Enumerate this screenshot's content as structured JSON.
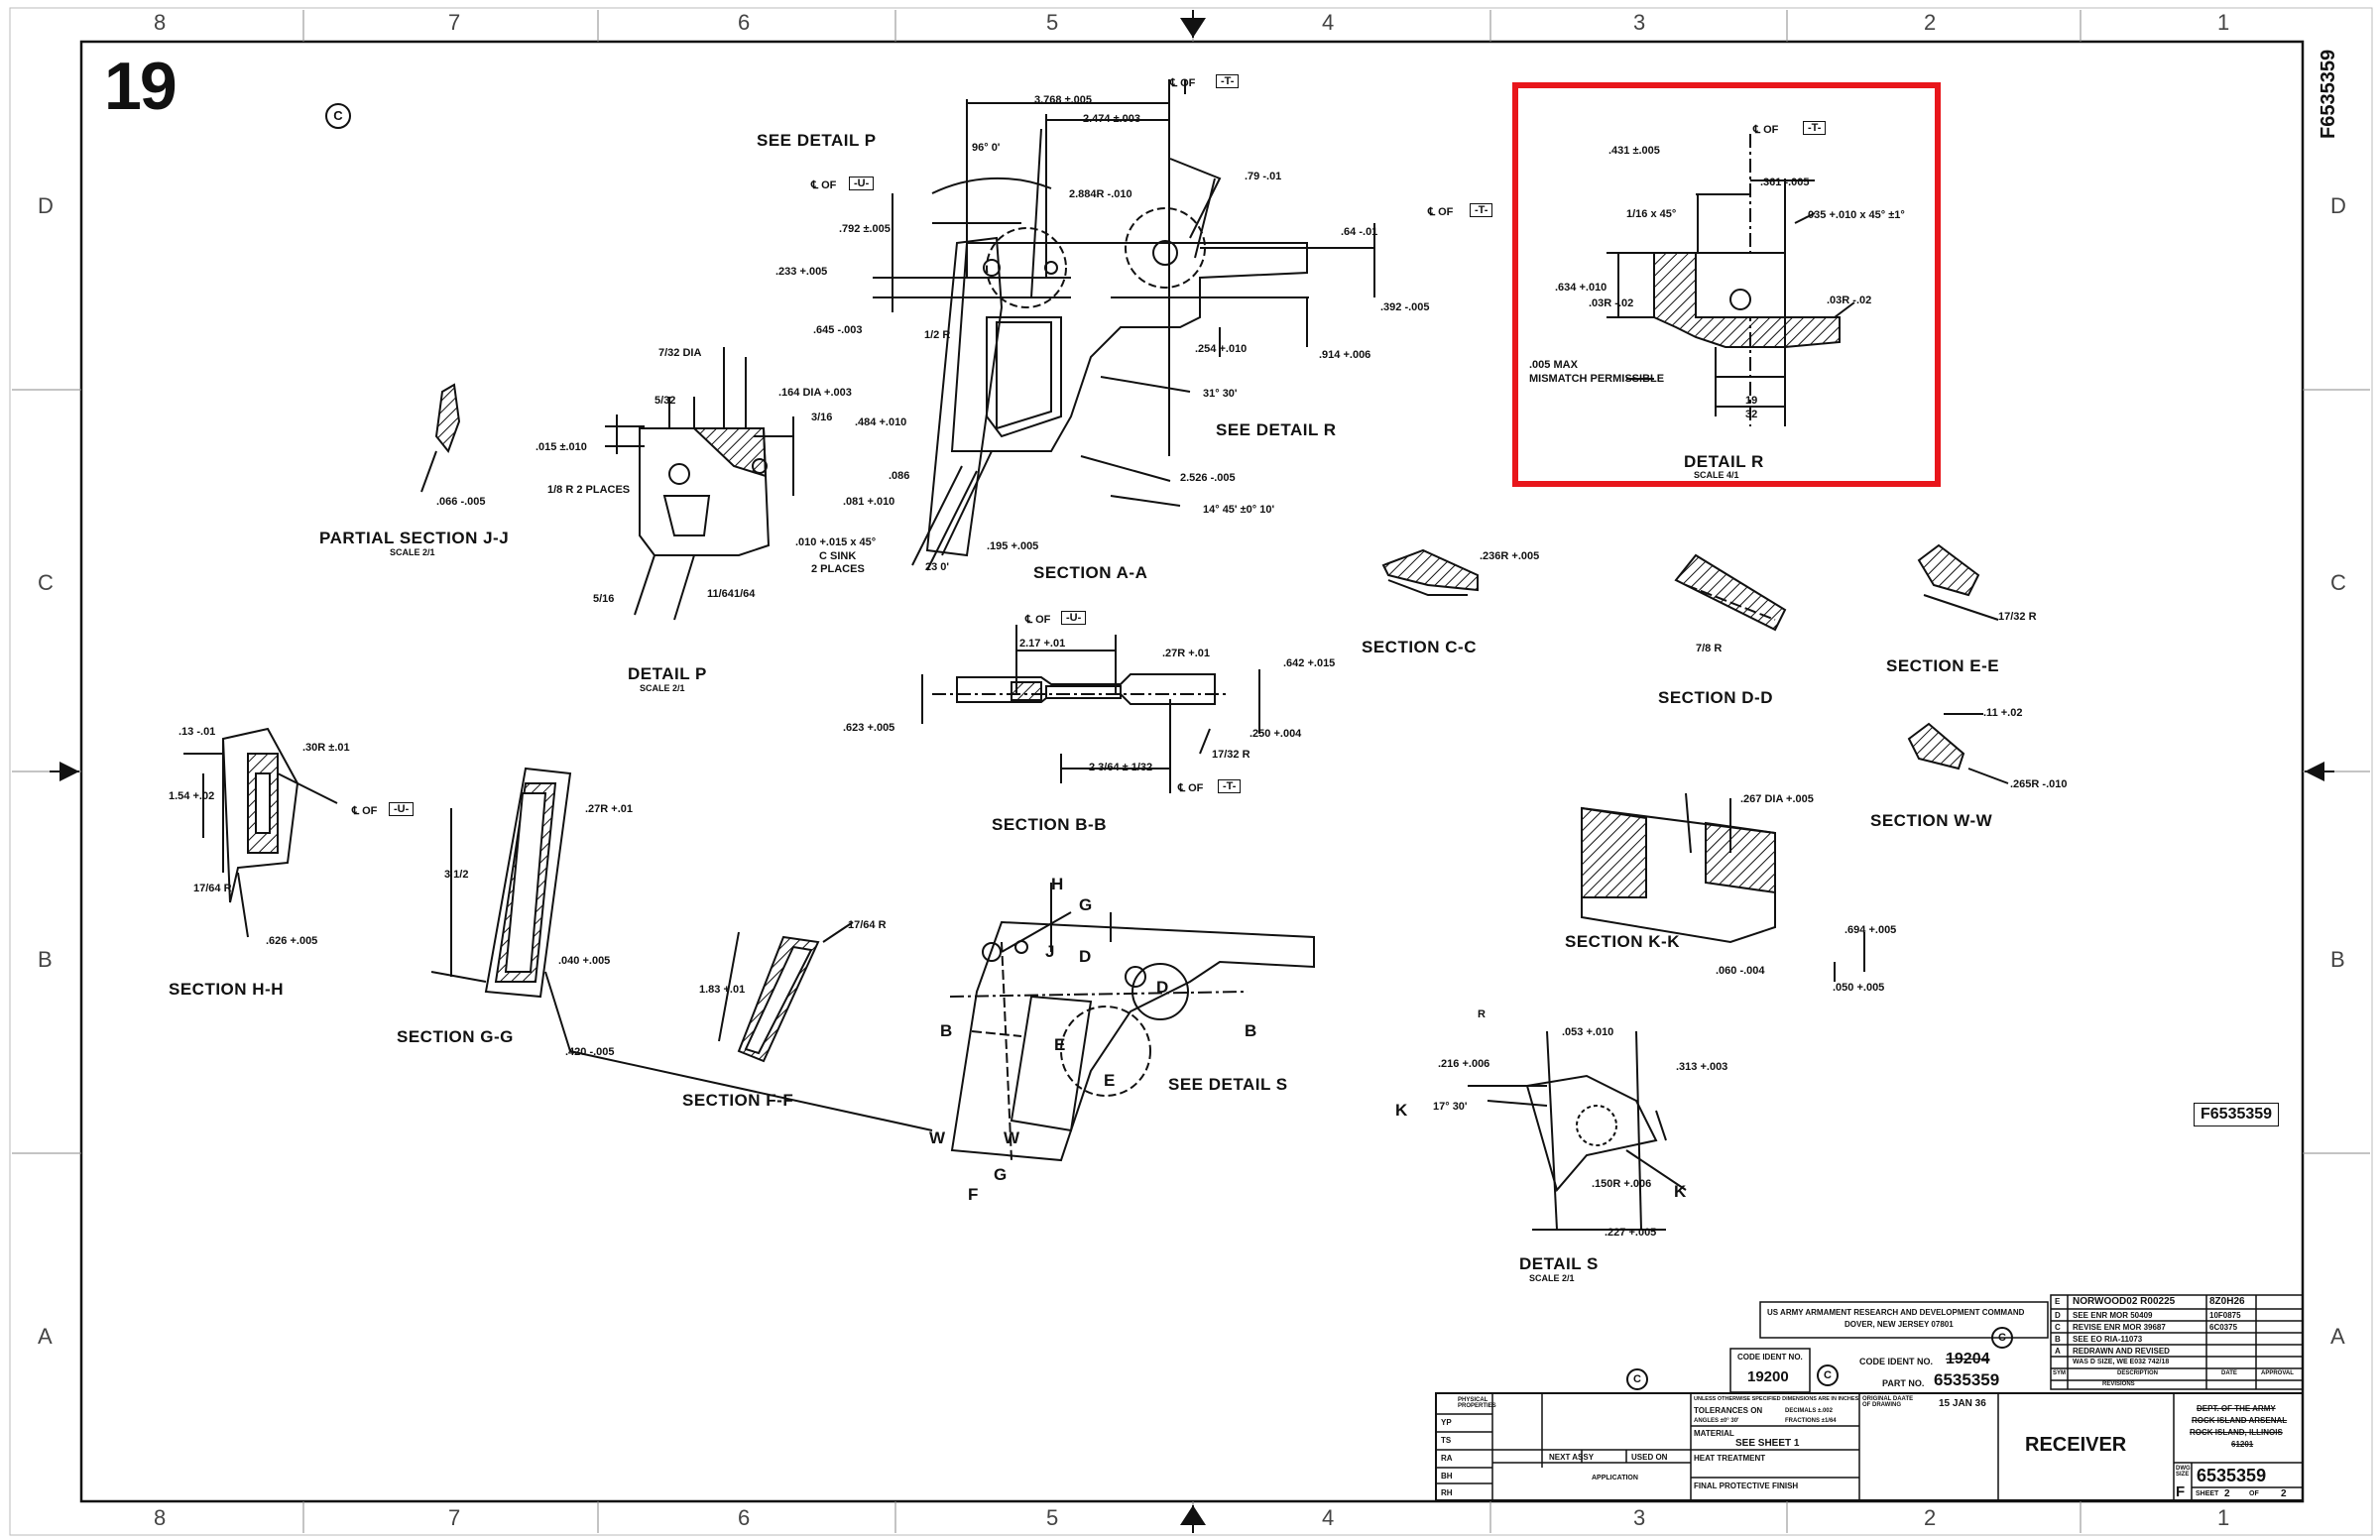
{
  "sheet_number": "19",
  "copyright_symbol": "C",
  "zones": {
    "columns": [
      "8",
      "7",
      "6",
      "5",
      "4",
      "3",
      "2",
      "1"
    ],
    "rows": [
      "D",
      "C",
      "B",
      "A"
    ]
  },
  "side_drawing_number": "F6535359",
  "drawing_number_box": "F6535359",
  "highlight_color": "#e8161b",
  "line_color": "#111111",
  "sections": {
    "detail_r": "DETAIL R",
    "detail_r_scale": "SCALE 4/1",
    "section_aa": "SECTION A-A",
    "see_detail_p": "SEE DETAIL P",
    "see_detail_r": "SEE DETAIL R",
    "partial_jj": "PARTIAL SECTION J-J",
    "partial_jj_scale": "SCALE 2/1",
    "detail_p": "DETAIL P",
    "detail_p_scale": "SCALE 2/1",
    "section_cc": "SECTION C-C",
    "section_dd": "SECTION D-D",
    "section_ee": "SECTION E-E",
    "section_bb": "SECTION B-B",
    "section_ww": "SECTION W-W",
    "section_hh": "SECTION H-H",
    "section_gg": "SECTION G-G",
    "section_ff": "SECTION F-F",
    "section_kk": "SECTION K-K",
    "see_detail_s": "SEE DETAIL S",
    "detail_s": "DETAIL S",
    "detail_s_scale": "SCALE 2/1"
  },
  "detail_r_dims": {
    "cl_of": "℄ OF",
    "datum_t": "-T-",
    "d431": ".431 ±.005",
    "d361": ".361 -.005",
    "chamfer": "1/16 x 45°",
    "d035": ".035 +.010 x 45° ±1°",
    "d634": ".634 +.010",
    "d03r_left": ".03R -.02",
    "d03r_right": ".03R -.02",
    "mismatch1": ".005 MAX",
    "mismatch2": "MISMATCH PERMISSIBLE",
    "frac_num": "19",
    "frac_den": "32"
  },
  "section_aa_dims": {
    "d3768": "3.768 ±.005",
    "d2474": "2.474 ±.003",
    "angle96": "96° 0'",
    "d2884": "2.884R -.010",
    "d79": ".79 -.01",
    "d792": ".792 ±.005",
    "d64": ".64 -.01",
    "d233": ".233 +.005",
    "d645": ".645 -.003",
    "d392": ".392 -.005",
    "d254": ".254 +.010",
    "d914": ".914 +.006",
    "angle31": "31° 30'",
    "d484": ".484 +.010",
    "d086": ".086",
    "d081": ".081 +.010",
    "d195": ".195 +.005",
    "d2526": "2.526 -.005",
    "angle14": "14° 45' ±0° 10'",
    "angle23": "23  0'",
    "half_r": "1/2 R",
    "cl_u": "℄ OF",
    "datum_u": "-U-",
    "cl_t": "℄ OF",
    "datum_t": "-T-"
  },
  "detail_p_dims": {
    "dia": "7/32 DIA",
    "d164": ".164 DIA +.003",
    "f532": "5/32",
    "f316": "3/16",
    "d015": ".015 ±.010",
    "places": "1/8 R  2 PLACES",
    "csink1": ".010 +.015 x 45°",
    "csink2": "C SINK",
    "csink3": "2 PLACES",
    "f516": "5/16",
    "f1164": "11/64",
    "f164": "1/64",
    "d066": ".066 -.005"
  },
  "section_bb_dims": {
    "cl_u": "℄ OF",
    "datum_u": "-U-",
    "d217": "2.17 +.01",
    "d27r": ".27R +.01",
    "d642": ".642 +.015",
    "d623": ".623 +.005",
    "d250": ".250 +.004",
    "f1732": "17/32 R",
    "mixed": "2 3/64 ± 1/32",
    "cl_t": "℄ OF",
    "datum_t": "-T-"
  },
  "small_sections_dims": {
    "d236": ".236R +.005",
    "f78": "7/8 R",
    "f1732": "17/32 R",
    "d11": ".11 +.02",
    "d265": ".265R -.010"
  },
  "section_hh_dims": {
    "d13": ".13 -.01",
    "d30r": ".30R ±.01",
    "d154": "1.54 +.02",
    "cl_u": "℄ OF",
    "datum_u": "-U-",
    "f1764": "17/64 R",
    "d626": ".626 +.005"
  },
  "section_gg_dims": {
    "d27r": ".27R +.01",
    "f312": "3 1/2",
    "d040": ".040 +.005",
    "d420": ".420 -.005"
  },
  "section_ff_dims": {
    "f1764": "17/64 R",
    "d183": "1.83 +.01"
  },
  "section_kk_dims": {
    "d267": ".267 DIA +.005",
    "d694": ".694 +.005",
    "d060": ".060 -.004",
    "d050": ".050 +.005"
  },
  "detail_s_dims": {
    "r": "R",
    "d053": ".053 +.010",
    "d216": ".216 +.006",
    "d313": ".313 +.003",
    "angle": "17° 30'",
    "k": "K",
    "d150": ".150R +.006",
    "d227": ".227 +.005"
  },
  "main_view_labels": {
    "h": "H",
    "g": "G",
    "j": "J",
    "d": "D",
    "b": "B",
    "e": "E",
    "w": "W",
    "f": "F"
  },
  "title_block": {
    "agency1": "US ARMY ARMAMENT RESEARCH AND DEVELOPMENT COMMAND",
    "agency2": "DOVER, NEW JERSEY 07801",
    "code_ident_label": "CODE IDENT NO.",
    "code_ident_value": "19200",
    "code_ident_no": "CODE IDENT NO.",
    "code_ident_struck": "19204",
    "part_no_label": "PART NO.",
    "part_no_value": "6535359",
    "physical_properties": "PHYSICAL PROPERTIES",
    "yp": "YP",
    "ts": "TS",
    "ra": "RA",
    "bh": "BH",
    "rh": "RH",
    "next_assy": "NEXT ASSY",
    "used_on": "USED ON",
    "application": "APPLICATION",
    "tol_note": "UNLESS OTHERWISE SPECIFIED DIMENSIONS ARE IN INCHES",
    "tolerances": "TOLERANCES ON",
    "angles": "ANGLES ±0° 30'",
    "decimals": "DECIMALS ±.002",
    "fractions": "FRACTIONS ±1/64",
    "material": "MATERIAL",
    "see_sheet": "SEE SHEET 1",
    "heat_treatment": "HEAT TREATMENT",
    "final_finish": "FINAL PROTECTIVE FINISH",
    "original_date": "ORIGINAL DAATE OF DRAWING",
    "date_value": "15 JAN 36",
    "title": "RECEIVER",
    "dept1": "DEPT. OF THE ARMY",
    "dept2": "ROCK ISLAND ARSENAL",
    "dept3": "ROCK ISLAND, ILLINOIS",
    "dept4": "61201",
    "dwg_size_label": "DWG SIZE",
    "dwg_size": "F",
    "dwg_number": "6535359",
    "sheet_label": "SHEET",
    "sheet_value": "2",
    "of_label": "OF",
    "of_value": "2",
    "revisions": [
      {
        "ltr": "E",
        "desc": "NORWOOD02 R00225",
        "date": "8Z0H26"
      },
      {
        "ltr": "D",
        "desc": "SEE ENR MOR 50409",
        "date": "10F0875"
      },
      {
        "ltr": "C",
        "desc": "REVISE ENR MOR 39687",
        "date": "6C0375"
      },
      {
        "ltr": "B",
        "desc": "SEE EO RIA-11073",
        "date": ""
      },
      {
        "ltr": "A",
        "desc": "REDRAWN AND REVISED",
        "date": ""
      },
      {
        "ltr": "",
        "desc": "WAS D SIZE, WE E032 742/18",
        "date": ""
      }
    ],
    "rev_headers": {
      "sym": "SYM",
      "description": "DESCRIPTION",
      "date": "DATE",
      "approval": "APPROVAL"
    },
    "revisions_label": "REVISIONS"
  }
}
